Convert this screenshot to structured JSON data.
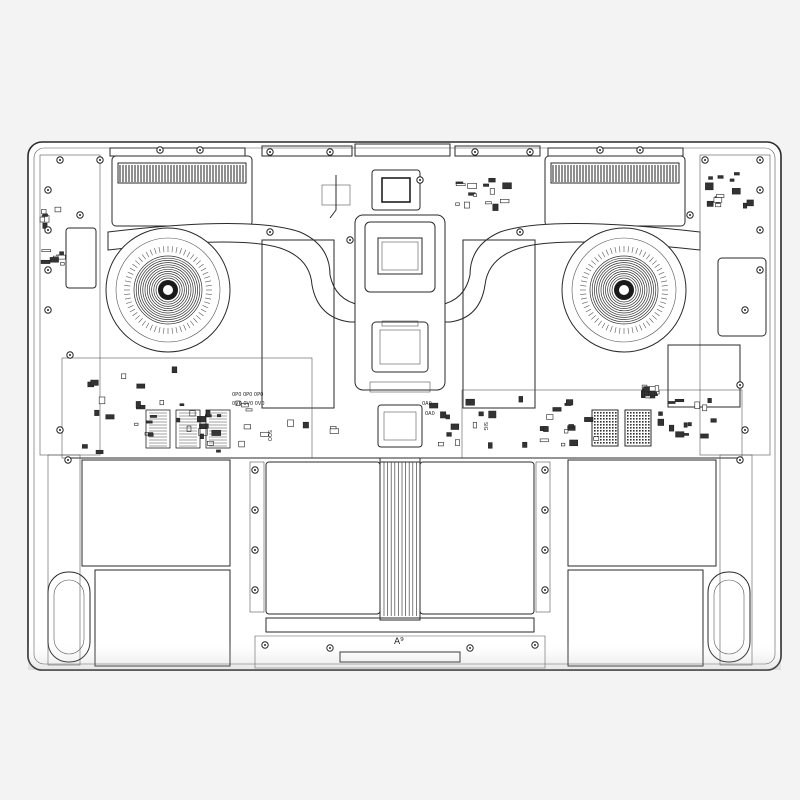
{
  "diagram": {
    "palette": {
      "background": "#f3f3f3",
      "board": "#ffffff",
      "line": "#2a2a2a",
      "fan_hub": "#1a1a1a"
    },
    "components": {
      "fans": [
        "left-fan",
        "right-fan"
      ],
      "heat_pipe": "heat-pipe",
      "soc": "soc-chip",
      "batteries": [
        "battery-cell-left-upper",
        "battery-cell-left-lower",
        "battery-cell-center-left",
        "battery-cell-center-right",
        "battery-cell-right-upper",
        "battery-cell-right-lower"
      ],
      "speakers": [
        "left-speaker",
        "right-speaker"
      ],
      "trackpad_cable": "trackpad-flex-cable"
    },
    "labels": {
      "cap_row_1": "0P0 0P0 0P0",
      "cap_row_2": "0V0 0V0 0V0",
      "label_sto": "SOO",
      "label_sig": "SIG",
      "label_oa": "0A0",
      "label_mid": "0A0",
      "trackpad_mark": "A⁹"
    }
  }
}
